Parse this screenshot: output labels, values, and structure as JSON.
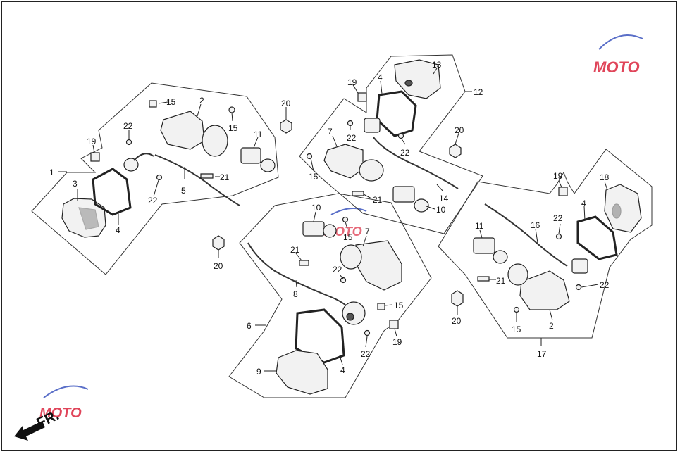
{
  "diagram": {
    "direction_label": "FR.",
    "watermark_text": "MOTO",
    "watermark_colors": {
      "primary": "#e0455a",
      "secondary": "#5a6fc8"
    },
    "callouts": {
      "g1_1": "1",
      "g1_2": "2",
      "g1_3": "3",
      "g1_4": "4",
      "g1_5": "5",
      "g1_15a": "15",
      "g1_15b": "15",
      "g1_19": "19",
      "g1_22a": "22",
      "g1_22b": "22",
      "g1_11": "11",
      "g1_21": "21",
      "g1_20": "20",
      "g2_4": "4",
      "g2_7": "7",
      "g2_12": "12",
      "g2_13": "13",
      "g2_14": "14",
      "g2_15": "15",
      "g2_19": "19",
      "g2_22a": "22",
      "g2_22b": "22",
      "g2_20": "20",
      "g2_21": "21",
      "g2_10": "10",
      "g3_4": "4",
      "g3_6": "6",
      "g3_7": "7",
      "g3_8": "8",
      "g3_9": "9",
      "g3_10": "10",
      "g3_15a": "15",
      "g3_15b": "15",
      "g3_19": "19",
      "g3_20": "20",
      "g3_21": "21",
      "g3_22a": "22",
      "g3_22b": "22",
      "g4_2": "2",
      "g4_4": "4",
      "g4_11": "11",
      "g4_15": "15",
      "g4_16": "16",
      "g4_17": "17",
      "g4_18": "18",
      "g4_19": "19",
      "g4_20": "20",
      "g4_21": "21",
      "g4_22a": "22",
      "g4_22b": "22"
    }
  }
}
